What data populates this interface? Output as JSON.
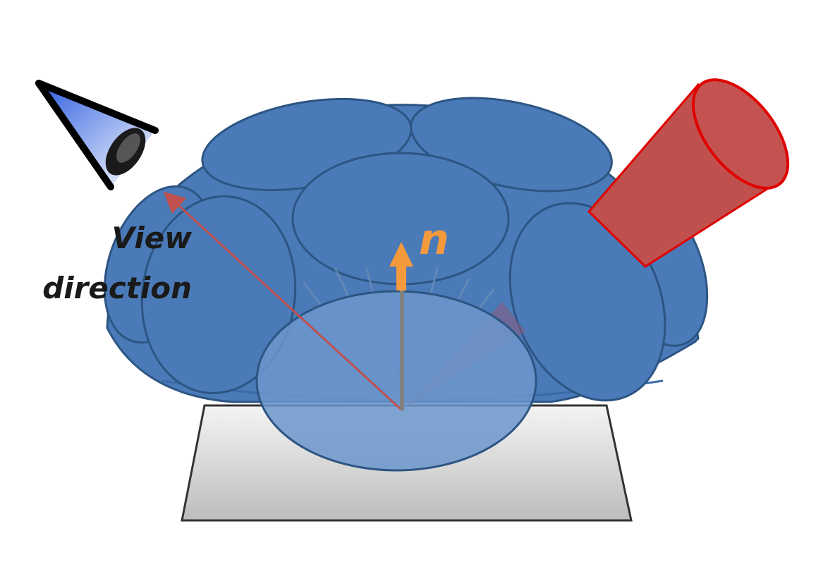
{
  "diagram": {
    "labels": {
      "view_line1": "View",
      "view_line2": "direction",
      "normal": "n"
    },
    "colors": {
      "disk_fill": "#4a7ab8",
      "disk_stroke": "#2c5583",
      "plane_fill": "#d4d4d4",
      "plane_stroke": "#333333",
      "light_fill": "#c0504d",
      "light_stroke": "#e00000",
      "normal_arrow": "#f59a3c",
      "view_arrow": "#c0504d",
      "label_text": "#1a1a1a",
      "eye_fill": "#6a8fe6"
    },
    "icons": [
      "eye-icon",
      "light-source-icon"
    ]
  }
}
